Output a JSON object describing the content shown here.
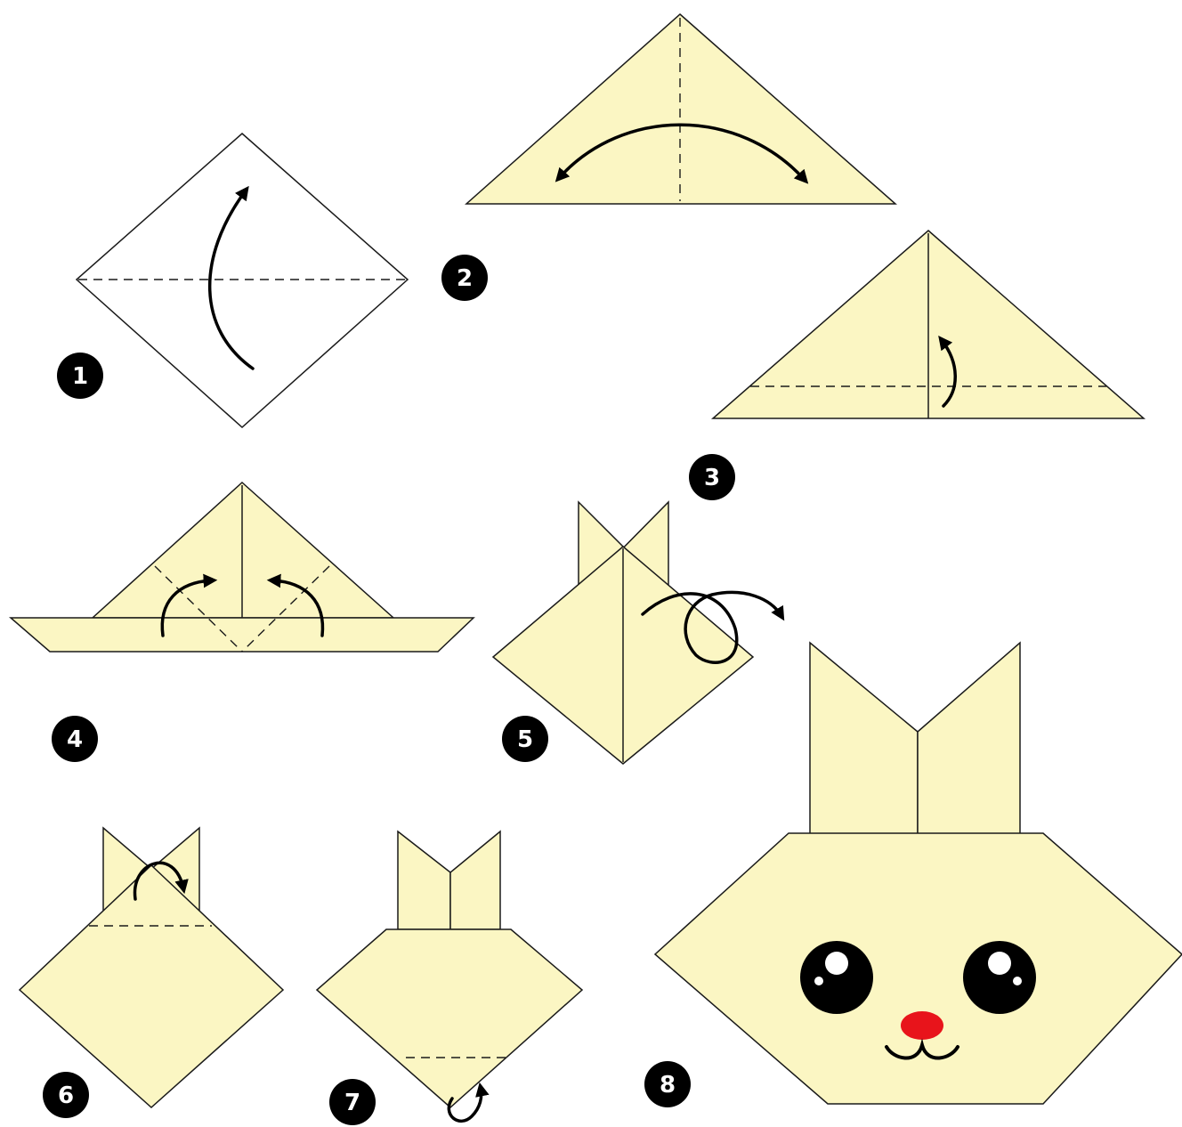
{
  "diagram": {
    "colors": {
      "paper_yellow": "#fbf6c3",
      "paper_white": "#ffffff",
      "outline": "#1a1a1a",
      "badge": "#000000",
      "nose": "#e8141b"
    },
    "steps": [
      {
        "number": "1",
        "icon": "square-diamond-horizontal-fold"
      },
      {
        "number": "2",
        "icon": "triangle-center-crease-arrow"
      },
      {
        "number": "3",
        "icon": "triangle-bottom-fold-up"
      },
      {
        "number": "4",
        "icon": "sides-fold-up"
      },
      {
        "number": "5",
        "icon": "turn-over-arrow"
      },
      {
        "number": "6",
        "icon": "tip-fold-down"
      },
      {
        "number": "7",
        "icon": "bottom-tip-fold-back"
      },
      {
        "number": "8",
        "icon": "finished-bunny-face"
      }
    ]
  }
}
